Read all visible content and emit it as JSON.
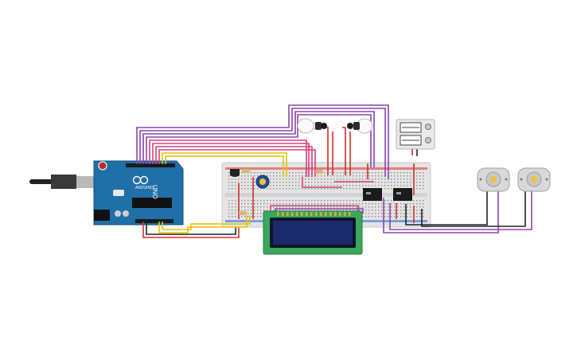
{
  "circuit": {
    "arduino": {
      "brand_label": "ARDUINO",
      "model_label": "UNO"
    },
    "components": {
      "breadboard": "breadboard",
      "lcd": "lcd-16x2",
      "lamps": [
        "lamp",
        "lamp"
      ],
      "relays": [
        "relay",
        "relay"
      ],
      "dc_motors": [
        "dc-motor",
        "dc-motor"
      ],
      "potentiometer": "potentiometer",
      "temperature_sensor": "temperature-sensor",
      "power_supply": "power-supply"
    },
    "colors": {
      "wire_purple": "#8e44ad",
      "wire_pink": "#d6407f",
      "wire_red": "#d0302a",
      "wire_yellow": "#e6c100",
      "wire_black": "#222222",
      "arduino_blue": "#1f6fa8",
      "lcd_green": "#3aa85a",
      "lcd_screen": "#1a2a6a",
      "breadboard": "#e4e4e4"
    }
  }
}
